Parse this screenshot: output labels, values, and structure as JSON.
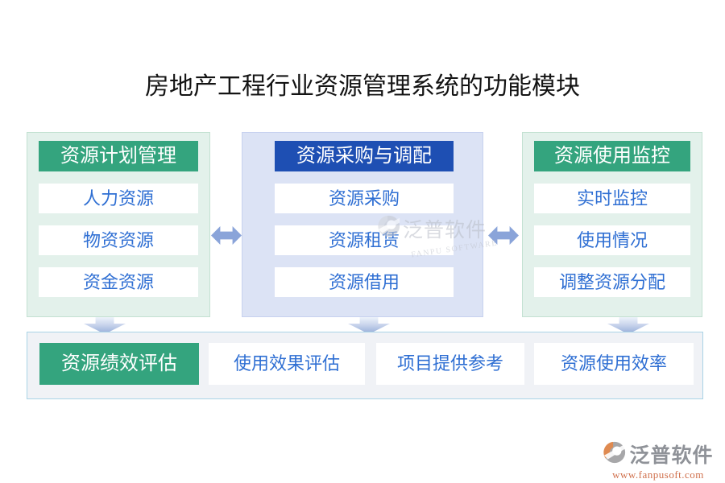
{
  "title": "房地产工程行业资源管理系统的功能模块",
  "columns": [
    {
      "header": "资源计划管理",
      "items": [
        "人力资源",
        "物资资源",
        "资金资源"
      ]
    },
    {
      "header": "资源采购与调配",
      "items": [
        "资源采购",
        "资源租赁",
        "资源借用"
      ]
    },
    {
      "header": "资源使用监控",
      "items": [
        "实时监控",
        "使用情况",
        "调整资源分配"
      ]
    }
  ],
  "bottom_row": {
    "header": "资源绩效评估",
    "items": [
      "使用效果评估",
      "项目提供参考",
      "资源使用效率"
    ]
  },
  "watermark": {
    "brand": "泛普软件",
    "brand_en": "FANPU SOFTWARE"
  },
  "footer_logo": {
    "brand": "泛普软件",
    "website": "www.fanpusoft.com"
  },
  "colors": {
    "green_header": "#34a47e",
    "green_panel_bg": "#e3f1eb",
    "blue_header": "#1e4fb3",
    "blue_panel_bg": "#dce3f5",
    "item_text_blue": "#2f6fd3",
    "arrow_blue": "#8aa4d9",
    "bottom_panel_bg": "#f0f2f6",
    "bottom_panel_border": "#a9d3e6",
    "logo_url_orange": "#d0704c"
  }
}
